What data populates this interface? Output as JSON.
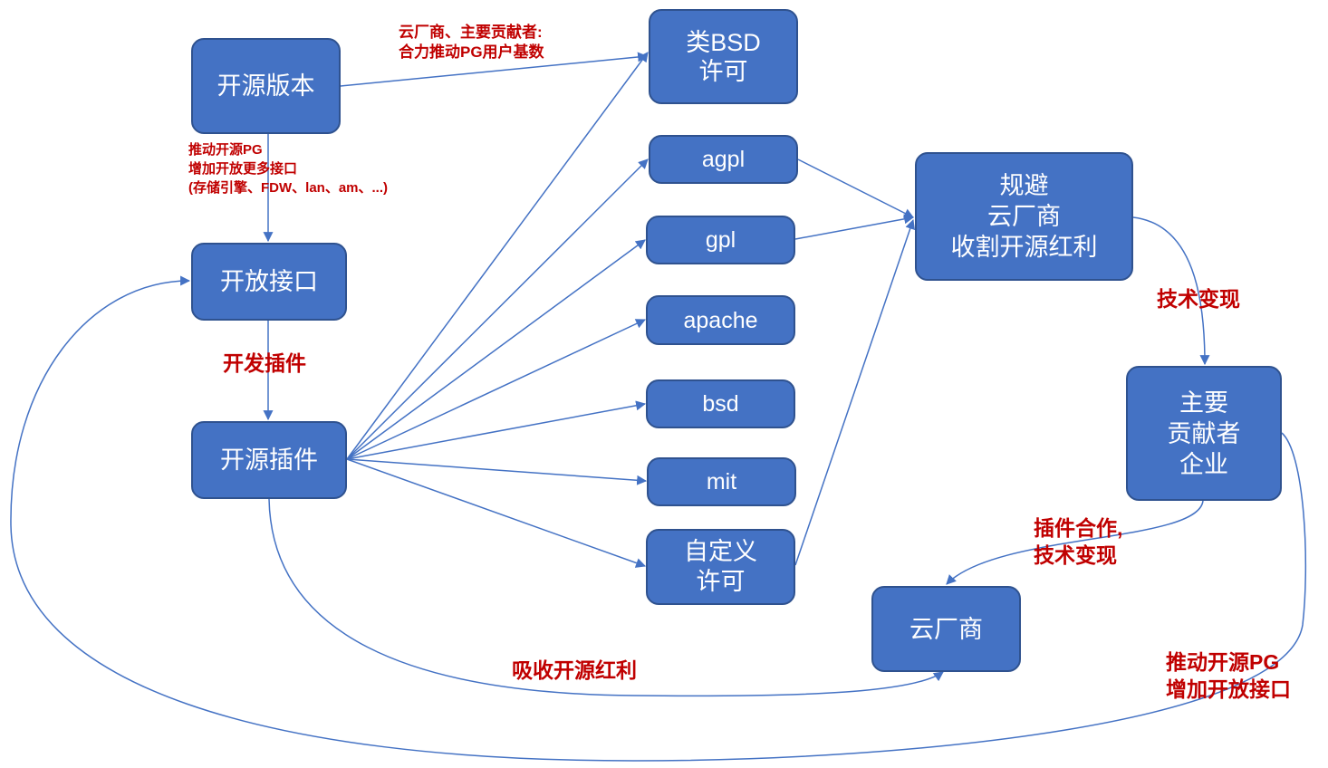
{
  "nodes": {
    "open_source_version": {
      "lines": [
        "开源版本"
      ]
    },
    "bsd_like_license": {
      "lines": [
        "类BSD",
        "许可"
      ]
    },
    "agpl": {
      "lines": [
        "agpl"
      ]
    },
    "gpl": {
      "lines": [
        "gpl"
      ]
    },
    "apache": {
      "lines": [
        "apache"
      ]
    },
    "bsd": {
      "lines": [
        "bsd"
      ]
    },
    "mit": {
      "lines": [
        "mit"
      ]
    },
    "custom_license": {
      "lines": [
        "自定义",
        "许可"
      ]
    },
    "open_interface": {
      "lines": [
        "开放接口"
      ]
    },
    "open_source_plugin": {
      "lines": [
        "开源插件"
      ]
    },
    "avoid_cloud_harvest": {
      "lines": [
        "规避",
        "云厂商",
        "收割开源红利"
      ]
    },
    "main_contributor": {
      "lines": [
        "主要",
        "贡献者",
        "企业"
      ]
    },
    "cloud_vendor": {
      "lines": [
        "云厂商"
      ]
    }
  },
  "annotations": {
    "joint_push": {
      "lines": [
        "云厂商、主要贡献者:",
        "合力推动PG用户基数"
      ]
    },
    "push_more_interfaces": {
      "lines": [
        "推动开源PG",
        "增加开放更多接口",
        "(存储引擎、FDW、lan、am、...)"
      ]
    },
    "develop_plugin": {
      "lines": [
        "开发插件"
      ]
    },
    "tech_monetize": {
      "lines": [
        "技术变现"
      ]
    },
    "plugin_cooperation": {
      "lines": [
        "插件合作,",
        "技术变现"
      ]
    },
    "absorb_dividend": {
      "lines": [
        "吸收开源红利"
      ]
    },
    "push_interfaces": {
      "lines": [
        "推动开源PG",
        "增加开放接口"
      ]
    }
  },
  "colors": {
    "node_fill": "#4472C4",
    "node_border": "#2F528F",
    "node_text": "#FFFFFF",
    "edge": "#4472C4",
    "annotation": "#C00000"
  }
}
